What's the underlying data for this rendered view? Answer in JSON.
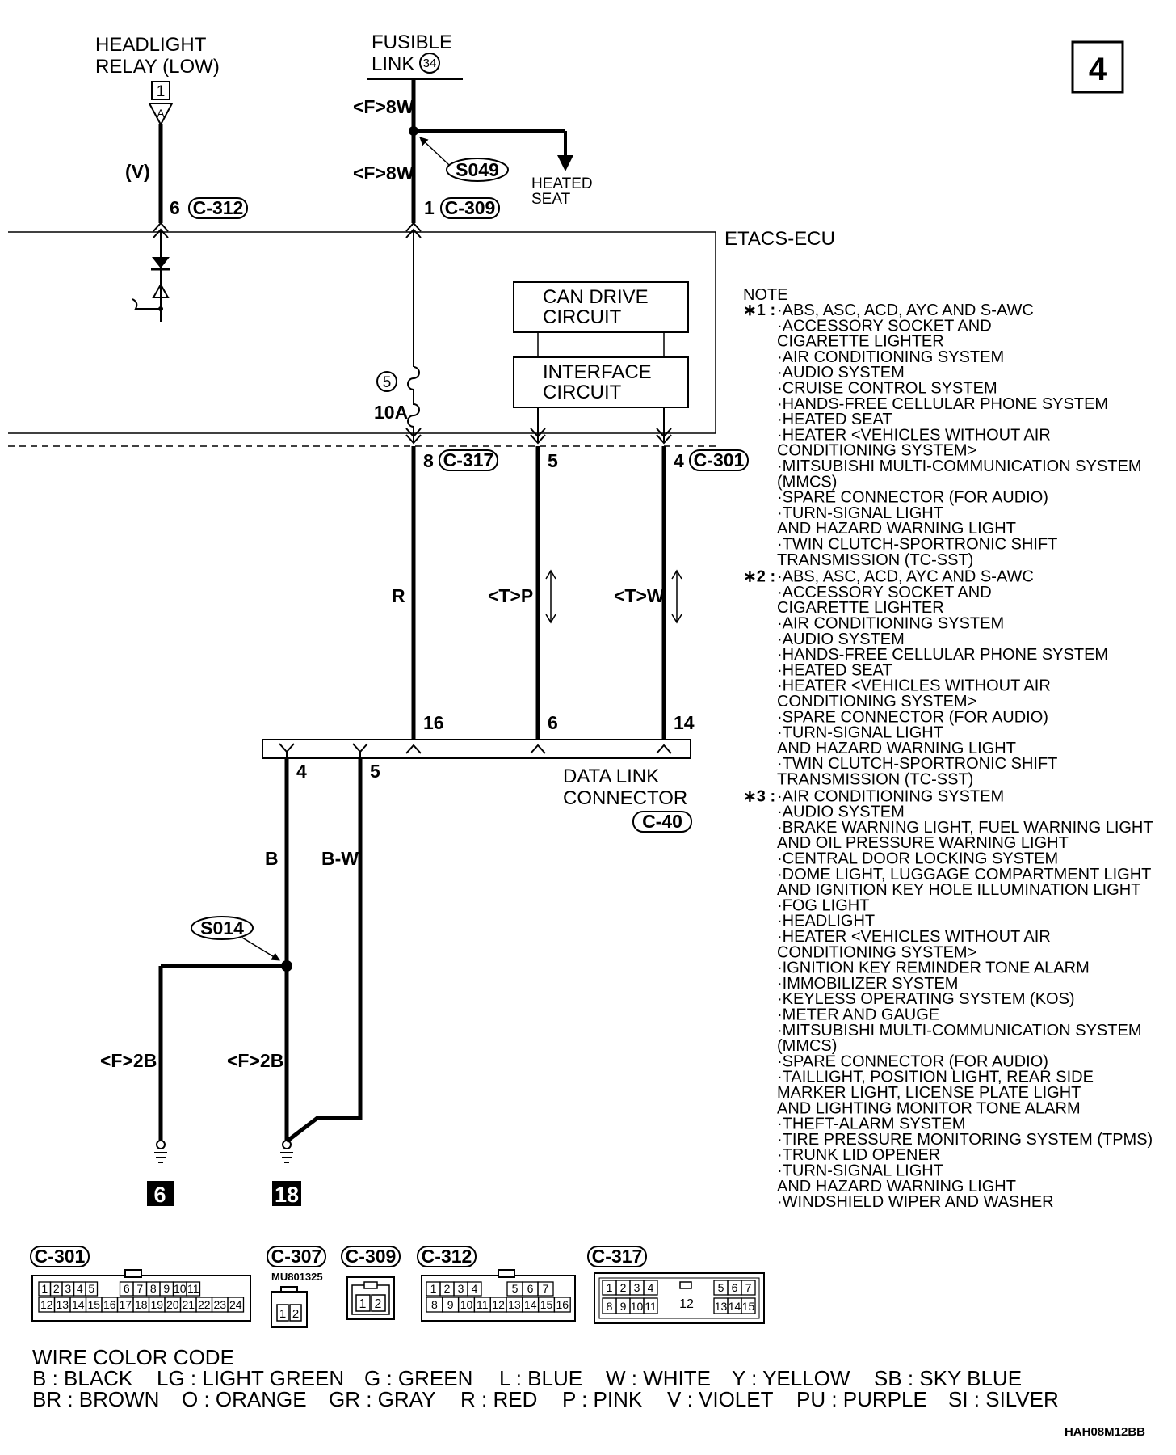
{
  "page_number": "4",
  "diagram_id": "HAH08M12BB",
  "headlight_relay": {
    "line1": "HEADLIGHT",
    "line2": "RELAY (LOW)",
    "terminal": "1",
    "pin_letter": "A",
    "wire": "(V)",
    "pin": "6",
    "connector": "C-312"
  },
  "fusible_link": {
    "line1": "FUSIBLE",
    "line2": "LINK",
    "number": "34",
    "wire_top": "<F>8W",
    "wire_mid": "<F>8W",
    "pin": "1",
    "connector": "C-309"
  },
  "splices": {
    "s049": "S049",
    "s014": "S014"
  },
  "heated_seat": {
    "line1": "HEATED",
    "line2": "SEAT"
  },
  "etacs": {
    "label": "ETACS-ECU"
  },
  "can_drive": {
    "line1": "CAN DRIVE",
    "line2": "CIRCUIT"
  },
  "interface": {
    "line1": "INTERFACE",
    "line2": "CIRCUIT"
  },
  "fuse": {
    "number": "5",
    "rating": "10A"
  },
  "ecu_pins": {
    "p8": "8",
    "c317": "C-317",
    "p5": "5",
    "p4": "4",
    "c301": "C-301"
  },
  "wires": {
    "r": "R",
    "tp": "<T>P",
    "tw": "<T>W",
    "b": "B",
    "bw": "B-W",
    "f2b_left": "<F>2B",
    "f2b_right": "<F>2B"
  },
  "dlc": {
    "p16": "16",
    "p6": "6",
    "p14": "14",
    "p4": "4",
    "p5": "5",
    "line1": "DATA LINK",
    "line2": "CONNECTOR",
    "connector": "C-40"
  },
  "grounds": {
    "left": "6",
    "right": "18"
  },
  "notes": {
    "title": "NOTE",
    "groups": [
      {
        "mark": "∗1 :",
        "items": [
          "·ABS, ASC, ACD, AYC AND S-AWC",
          "·ACCESSORY SOCKET AND",
          " CIGARETTE LIGHTER",
          "·AIR CONDITIONING SYSTEM",
          "·AUDIO SYSTEM",
          "·CRUISE CONTROL SYSTEM",
          "·HANDS-FREE CELLULAR PHONE SYSTEM",
          "·HEATED SEAT",
          "·HEATER <VEHICLES WITHOUT AIR",
          " CONDITIONING SYSTEM>",
          "·MITSUBISHI MULTI-COMMUNICATION SYSTEM",
          " (MMCS)",
          "·SPARE CONNECTOR (FOR AUDIO)",
          "·TURN-SIGNAL LIGHT",
          " AND HAZARD WARNING LIGHT",
          "·TWIN CLUTCH-SPORTRONIC SHIFT",
          " TRANSMISSION (TC-SST)"
        ]
      },
      {
        "mark": "∗2 :",
        "items": [
          "·ABS, ASC, ACD, AYC AND S-AWC",
          "·ACCESSORY SOCKET AND",
          " CIGARETTE LIGHTER",
          "·AIR CONDITIONING SYSTEM",
          "·AUDIO SYSTEM",
          "·HANDS-FREE CELLULAR PHONE SYSTEM",
          "·HEATED SEAT",
          "·HEATER <VEHICLES WITHOUT AIR",
          " CONDITIONING SYSTEM>",
          "·SPARE CONNECTOR (FOR AUDIO)",
          "·TURN-SIGNAL LIGHT",
          " AND HAZARD WARNING LIGHT",
          "·TWIN CLUTCH-SPORTRONIC SHIFT",
          " TRANSMISSION (TC-SST)"
        ]
      },
      {
        "mark": "∗3 :",
        "items": [
          "·AIR CONDITIONING SYSTEM",
          "·AUDIO SYSTEM",
          "·BRAKE WARNING LIGHT, FUEL WARNING LIGHT",
          " AND OIL PRESSURE WARNING LIGHT",
          "·CENTRAL DOOR LOCKING SYSTEM",
          "·DOME LIGHT, LUGGAGE COMPARTMENT LIGHT",
          " AND IGNITION KEY HOLE ILLUMINATION LIGHT",
          "·FOG LIGHT",
          "·HEADLIGHT",
          "·HEATER <VEHICLES WITHOUT AIR",
          " CONDITIONING SYSTEM>",
          "·IGNITION KEY REMINDER TONE ALARM",
          "·IMMOBILIZER SYSTEM",
          "·KEYLESS OPERATING SYSTEM (KOS)",
          "·METER AND GAUGE",
          "·MITSUBISHI MULTI-COMMUNICATION SYSTEM",
          " (MMCS)",
          "·SPARE CONNECTOR (FOR AUDIO)",
          "·TAILLIGHT, POSITION LIGHT, REAR SIDE",
          " MARKER LIGHT, LICENSE PLATE LIGHT",
          " AND LIGHTING MONITOR TONE ALARM",
          "·THEFT-ALARM SYSTEM",
          "·TIRE PRESSURE MONITORING SYSTEM (TPMS)",
          "·TRUNK LID OPENER",
          "·TURN-SIGNAL LIGHT",
          " AND HAZARD WARNING LIGHT",
          "·WINDSHIELD WIPER AND WASHER"
        ]
      }
    ]
  },
  "connector_views": {
    "c301": {
      "tag": "C-301",
      "row1": [
        "1",
        "2",
        "3",
        "4",
        "5",
        "6",
        "7",
        "8",
        "9",
        "10",
        "11"
      ],
      "row2": [
        "12",
        "13",
        "14",
        "15",
        "16",
        "17",
        "18",
        "19",
        "20",
        "21",
        "22",
        "23",
        "24"
      ]
    },
    "c307": {
      "tag": "C-307",
      "part": "MU801325",
      "pins": [
        "1",
        "2"
      ]
    },
    "c309": {
      "tag": "C-309",
      "pins": [
        "1",
        "2"
      ]
    },
    "c312": {
      "tag": "C-312",
      "row1": [
        "1",
        "2",
        "3",
        "4",
        "5",
        "6",
        "7"
      ],
      "row2": [
        "8",
        "9",
        "10",
        "11",
        "12",
        "13",
        "14",
        "15",
        "16"
      ]
    },
    "c317": {
      "tag": "C-317",
      "row1": [
        "1",
        "2",
        "3",
        "4",
        "5",
        "6",
        "7"
      ],
      "row2": [
        "8",
        "9",
        "10",
        "11",
        "13",
        "14",
        "15"
      ],
      "center": "12"
    }
  },
  "color_code": {
    "title": "WIRE COLOR CODE",
    "row1": [
      "B : BLACK",
      "LG : LIGHT GREEN",
      "G : GREEN",
      "L : BLUE",
      "W : WHITE",
      "Y : YELLOW",
      "SB : SKY BLUE"
    ],
    "row2": [
      "BR : BROWN",
      "O : ORANGE",
      "GR : GRAY",
      "R : RED",
      "P : PINK",
      "V : VIOLET",
      "PU : PURPLE",
      "SI : SILVER"
    ]
  }
}
